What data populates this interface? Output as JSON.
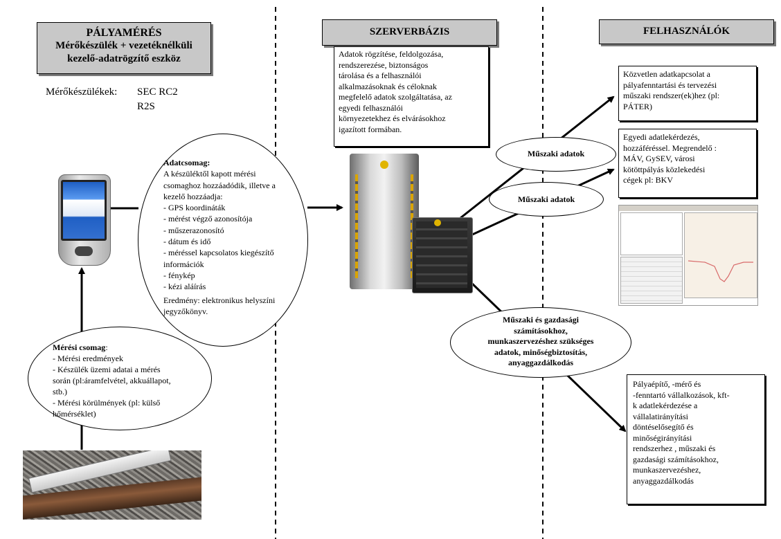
{
  "columns": {
    "left": {
      "title": "PÁLYAMÉRÉS",
      "subtitle_1": "Mérőkészülék + vezetéknélküli",
      "subtitle_2": "kezelő-adatrögzítő eszköz"
    },
    "middle": {
      "title": "SZERVERBÁZIS"
    },
    "right": {
      "title": "FELHASZNÁLÓK"
    }
  },
  "devices": {
    "label": "Mérőkészülékek:",
    "device_1": "SEC RC2",
    "device_2": "R2S"
  },
  "server_box": {
    "lines": [
      "Adatok rögzítése, feldolgozása,",
      "rendszerezése, biztonságos",
      "tárolása és a felhasználói",
      "alkalmazásoknak és céloknak",
      "megfelelő adatok szolgáltatása, az",
      "egyedi felhasználói",
      "környezetekhez  és elvárásokhoz",
      "igazított formában."
    ]
  },
  "adatcsomag": {
    "title": "Adatcsomag:",
    "lines": [
      "A készüléktől kapott mérési",
      "csomaghoz hozzáadódik, illetve a",
      "kezelő hozzáadja:",
      "- GPS koordináták",
      "- mérést végző azonosítója",
      "- műszerazonosító",
      "- dátum és idő",
      "- méréssel kapcsolatos kiegészítő",
      "információk",
      "- fénykép",
      "- kézi aláírás"
    ],
    "result_1": "Eredmény: elektronikus helyszíni",
    "result_2": "jegyzőkönyv."
  },
  "meresi_csomag": {
    "title": "Mérési csomag",
    "colon": ":",
    "lines": [
      "- Mérési eredmények",
      "- Készülék üzemi adatai a mérés",
      "során (pl:áramfelvétel, akkuállapot,",
      "stb.)",
      "- Mérési körülmények (pl: külső",
      "hőmérséklet)"
    ]
  },
  "flows": {
    "muszaki_1": "Műszaki adatok",
    "muszaki_2": "Műszaki adatok",
    "gazdasagi": [
      "Műszaki és gazdasági",
      "számításokhoz,",
      "munkaszervezéshez szükséges",
      "adatok, minőségbiztosítás,",
      "anyaggazdálkodás"
    ]
  },
  "users": {
    "box_1": [
      "Közvetlen adatkapcsolat a",
      "pályafenntartási és tervezési",
      "műszaki rendszer(ek)hez (pl:",
      "PÁTER)"
    ],
    "box_2": [
      "Egyedi adatlekérdezés,",
      "hozzáféréssel. Megrendelő :",
      "MÁV, GySEV, városi",
      "kötöttpályás közlekedési",
      "cégek pl: BKV"
    ],
    "box_3": [
      "Pályaépítő, -mérő és",
      "-fenntartó vállalkozások, kft-",
      "k  adatlekérdezése  a",
      "vállalatirányítási",
      "döntéselősegítő és",
      "minőségirányítási",
      "rendszerhez , műszaki és",
      "gazdasági számításokhoz,",
      "munkaszervezéshez,",
      "anyaggazdálkodás"
    ]
  },
  "colors": {
    "header_fill": "#c8c8c8",
    "line": "#000000"
  }
}
